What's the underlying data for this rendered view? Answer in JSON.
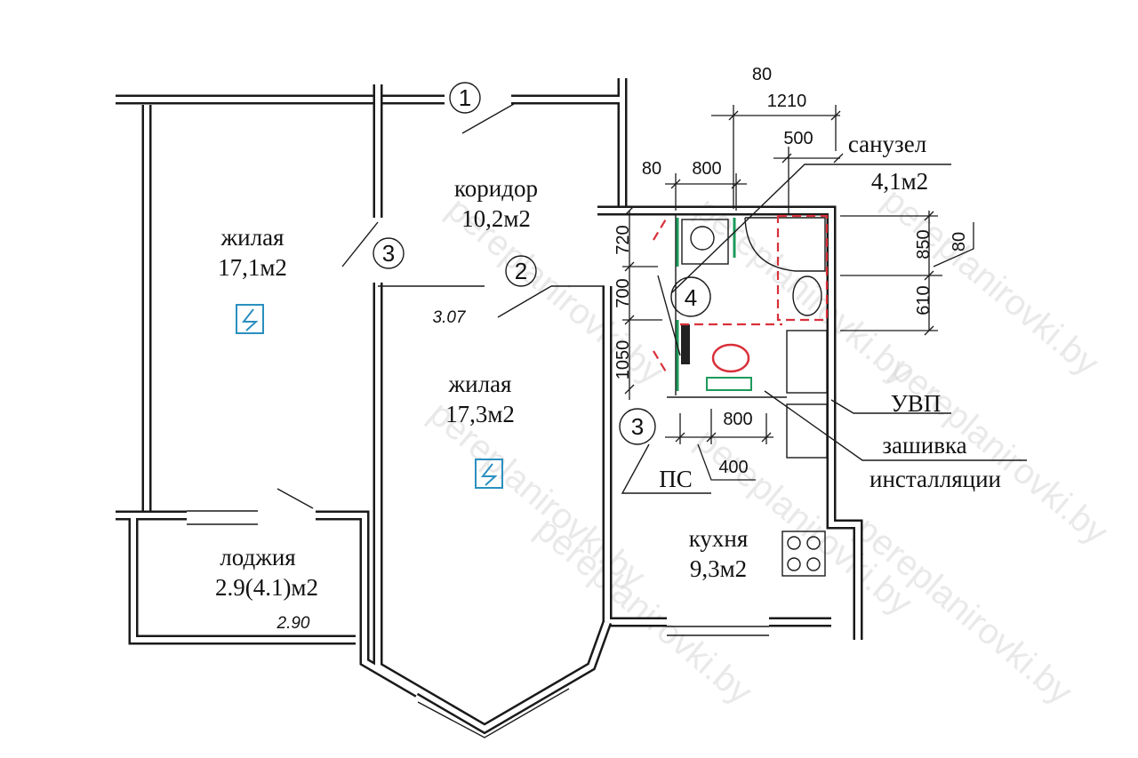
{
  "rooms": {
    "corridor": {
      "name": "коридор",
      "area": "10,2м2"
    },
    "living1": {
      "name": "жилая",
      "area": "17,1м2"
    },
    "living2": {
      "name": "жилая",
      "area": "17,3м2",
      "dimension": "3.07"
    },
    "loggia": {
      "name": "лоджия",
      "area": "2.9(4.1)м2",
      "dimension": "2.90"
    },
    "kitchen": {
      "name": "кухня",
      "area": "9,3м2"
    },
    "bathroom": {
      "name": "санузел",
      "area": "4,1м2"
    }
  },
  "markers": [
    "1",
    "2",
    "3",
    "4",
    "3"
  ],
  "annotations": {
    "uvp": "УВП",
    "casing1": "зашивка",
    "casing2": "инсталляции",
    "ps": "ПС"
  },
  "dimensions": {
    "top_80": "80",
    "top_1210": "1210",
    "top_500": "500",
    "door_80": "80",
    "door_800": "800",
    "left_720": "720",
    "left_700": "700",
    "left_1050": "1050",
    "right_850": "850",
    "right_610": "610",
    "right_80": "80",
    "bottom_800": "800",
    "bottom_400": "400"
  },
  "watermark": "pereplanirovki.by",
  "colors": {
    "walls": "#1a1a1a",
    "red_dashed": "#d9303a",
    "green": "#1c9a5a",
    "blue_icon": "#2a8fc0"
  }
}
